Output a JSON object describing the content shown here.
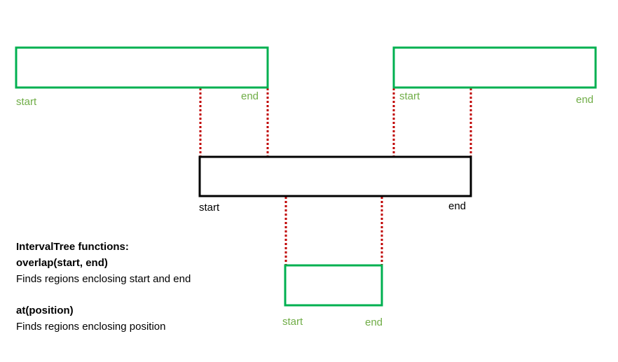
{
  "colors": {
    "interval_stroke": "#00b050",
    "query_stroke": "#000000",
    "connector": "#c00000",
    "label_green": "#70ad47",
    "label_black": "#000000"
  },
  "intervals": {
    "left": {
      "start_label": "start",
      "end_label": "end"
    },
    "right": {
      "start_label": "start",
      "end_label": "end"
    },
    "query": {
      "start_label": "start",
      "end_label": "end"
    },
    "bottom": {
      "start_label": "start",
      "end_label": "end"
    }
  },
  "notes": {
    "heading": "IntervalTree functions:",
    "overlap_signature": "overlap(start, end)",
    "overlap_desc": "Finds regions enclosing start and end",
    "at_signature": "at(position)",
    "at_desc": "Finds regions enclosing position"
  }
}
